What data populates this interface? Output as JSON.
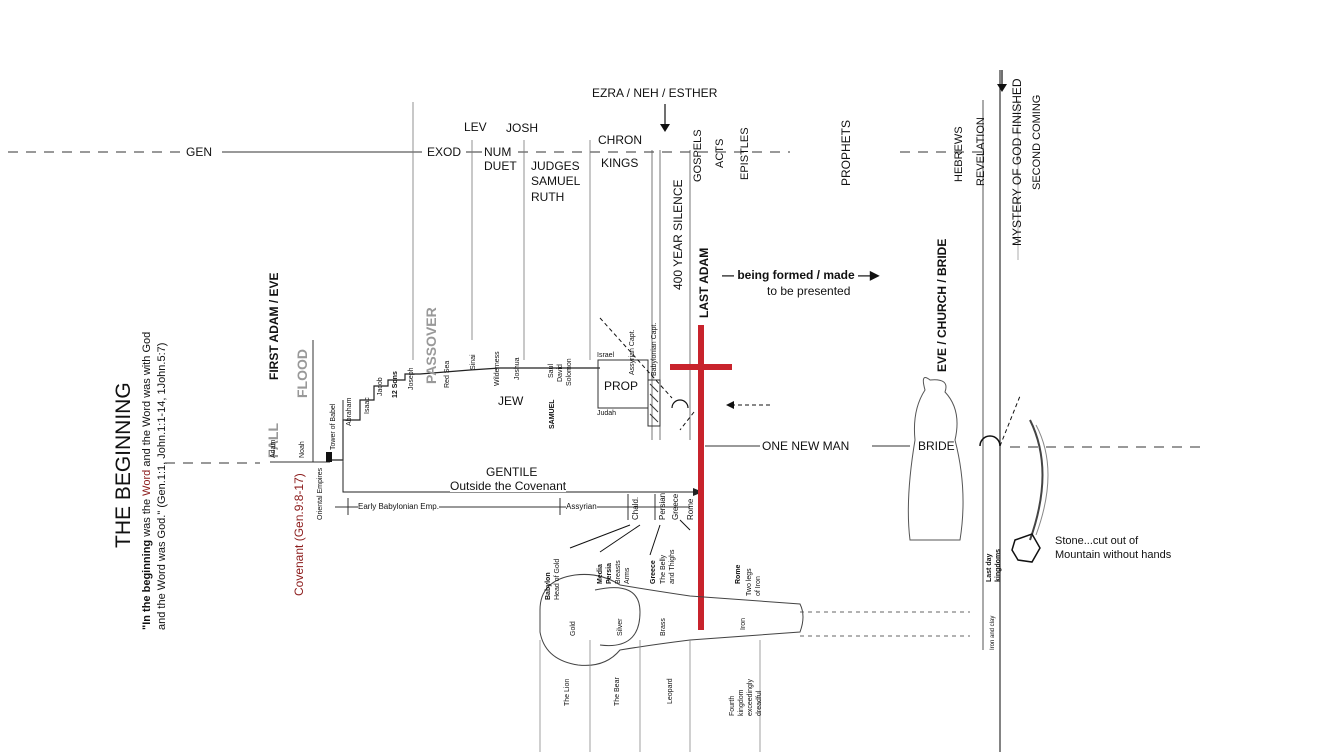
{
  "top_books": {
    "gen": "GEN",
    "exod": "EXOD",
    "lev": "LEV",
    "josh": "JOSH",
    "num": "NUM",
    "duet": "DUET",
    "judges": "JUDGES",
    "samuel": "SAMUEL",
    "ruth": "RUTH",
    "chron": "CHRON",
    "kings": "KINGS",
    "ezra": "EZRA / NEH / ESTHER",
    "gospels": "GOSPELS",
    "acts": "ACTS",
    "epistles": "EPISTLES",
    "prophets": "PROPHETS",
    "hebrews": "HEBREWS",
    "revelation": "REVELATION",
    "mystery": "MYSTERY OF GOD FINISHED",
    "second_coming": "SECOND COMING"
  },
  "beginning": {
    "title": "THE BEGINNING",
    "quote_bold": "\"In the beginning",
    "quote_1": " was the ",
    "quote_word": "Word",
    "quote_2": " and the Word was with God",
    "quote_line2": "and the Word was God.\" (Gen.1:1, John.1:1-14, 1John.5:7)",
    "first_adam": "FIRST ADAM / EVE",
    "fall": "FALL",
    "flood": "FLOOD",
    "adam": "Adam",
    "noah": "Noah",
    "covenant": "Covenant (Gen.9:8-17)",
    "oriental": "Oriental Empires",
    "tower": "Tower of Babel",
    "abraham": "Abraham",
    "isaac": "Isaac",
    "jacob": "Jacob",
    "twelve_sons": "12 Sons",
    "joseph": "Joseph",
    "passover": "PASSOVER",
    "red_sea": "Red Sea",
    "sinai": "Sinai",
    "wilderness": "Wilderness",
    "joshua": "Joshua",
    "saul": "Saul",
    "david": "David",
    "solomon": "Solomon",
    "israel": "Israel",
    "judah": "Judah",
    "assyrian_capt": "Assyrian Capt.",
    "babylonian_capt": "Babylonian Capt.",
    "jew": "JEW",
    "samuel_lower": "SAMUEL",
    "prop": "PROP"
  },
  "christ": {
    "silence": "400 YEAR SILENCE",
    "last_adam": "LAST ADAM",
    "being_formed": "— being formed / made —▶",
    "presented": "to be presented",
    "eve_church": "EVE / CHURCH / BRIDE",
    "one_new_man": "ONE NEW MAN",
    "bride": "BRIDE"
  },
  "gentile": {
    "title": "GENTILE",
    "subtitle": "Outside the Covenant",
    "early_babylonian": "Early  Babylonian Emp.",
    "assyrian": "Assyrian",
    "chald": "Chald.",
    "persian": "Persian",
    "greece": "Greece",
    "rome": "Rome"
  },
  "statue": {
    "babylon": "Babylon",
    "head_of_gold": "Head of Gold",
    "media": "Media",
    "persia": "Persia",
    "breasts": "Breasts",
    "arms": "Arms",
    "greece": "Greece",
    "belly": "The Belly",
    "thighs": "and Thighs",
    "rome": "Rome",
    "two_legs": "Two legs",
    "of_iron": "of Iron",
    "gold": "Gold",
    "silver": "Silver",
    "brass": "Brass",
    "iron": "Iron",
    "lion": "The Lion",
    "bear": "The Bear",
    "leopard": "Leopard",
    "fourth1": "Fourth",
    "fourth2": "kingdom",
    "fourth3": "exceedingly",
    "fourth4": "dreadful",
    "last_day1": "Last day",
    "last_day2": "kingdoms",
    "iron_clay": "Iron and clay"
  },
  "stone": {
    "line1": "Stone...cut out of",
    "line2": "Mountain without hands"
  },
  "colors": {
    "cross": "#c8232c",
    "line": "#333333",
    "faint": "#999999"
  }
}
